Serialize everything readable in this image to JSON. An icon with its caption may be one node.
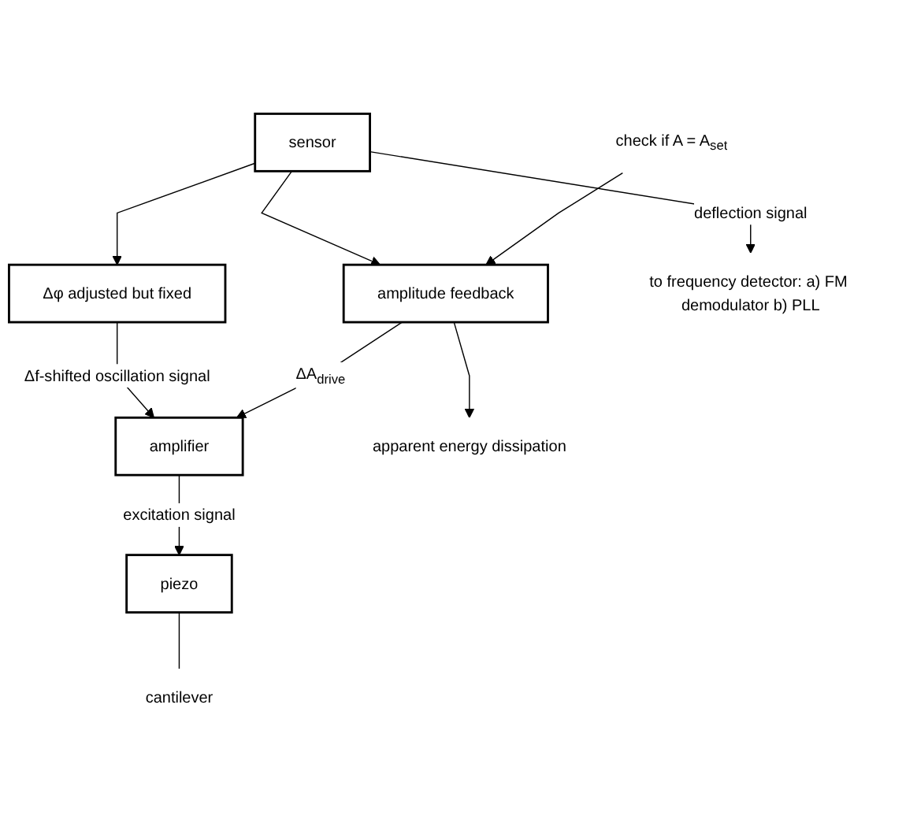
{
  "diagram": {
    "nodes": [
      {
        "text": [
          "amplifier"
        ]
      },
      {
        "text": [
          "piezo"
        ]
      },
      {
        "text": [
          "Δφ adjusted but fixed"
        ]
      },
      {
        "text": [
          "sensor"
        ]
      },
      {
        "text": [
          "amplitude feedback"
        ]
      },
      {
        "text": [
          "apparent energy dissipation"
        ]
      },
      {
        "text": [
          "check if A = A$_{set}$"
        ]
      },
      {
        "text": [
          "to frequency detector: a) FM demodulator b) PLL"
        ]
      },
      {
        "text": [
          "cantilever"
        ]
      }
    ],
    "edges": [
      {
        "from": 0,
        "to": 1,
        "arrow": "to",
        "label": "excitation signal"
      },
      {
        "from": 2,
        "to": 0,
        "arrow": "to",
        "label": "Δf-shifted oscillation signal"
      },
      {
        "from": 3,
        "to": 2,
        "arrow": "to"
      },
      {
        "from": 3,
        "to": 4,
        "arrow": "to"
      },
      {
        "from": 4,
        "to": 0,
        "arrow": "to",
        "label": "ΔA$_{drive}$"
      },
      {
        "from": 4,
        "to": 5,
        "arrow": "to"
      },
      {
        "from": 6,
        "to": 4,
        "arrow": "to"
      },
      {
        "from": 3,
        "to": 7,
        "arrow": "to",
        "label": "deflection signal"
      },
      {
        "from": 1,
        "to": 8,
        "arrow": "none"
      }
    ]
  }
}
